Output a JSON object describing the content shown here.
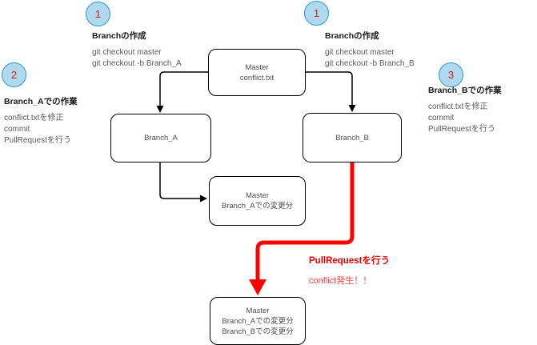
{
  "steps": {
    "create_a": {
      "number": "1",
      "title": "Branchの作成",
      "cmd1": "git checkout master",
      "cmd2": "git checkout -b Branch_A"
    },
    "create_b": {
      "number": "1",
      "title": "Branchの作成",
      "cmd1": "git checkout master",
      "cmd2": "git checkout -b Branch_B"
    },
    "work_a": {
      "number": "2",
      "title": "Branch_Aでの作業",
      "line1": "conflict.txtを修正",
      "line2": "commit",
      "line3": "PullRequestを行う"
    },
    "work_b": {
      "number": "3",
      "title": "Branch_Bでの作業",
      "line1": "conflict.txtを修正",
      "line2": "commit",
      "line3": "PullRequestを行う"
    }
  },
  "nodes": {
    "master": {
      "line1": "Master",
      "line2": "conflict.txt"
    },
    "branch_a": {
      "line1": "Branch_A"
    },
    "branch_b": {
      "line1": "Branch_B"
    },
    "merge_a": {
      "line1": "Master",
      "line2": "Branch_Aでの変更分"
    },
    "conflict": {
      "line1": "Master",
      "line2": "Branch_Aでの変更分",
      "line3": "Branch_Bでの変更分"
    }
  },
  "annotations": {
    "pull_request": "PullRequestを行う",
    "conflict_alert": "conflict発生！！"
  },
  "colors": {
    "circle_fill": "#aed9ef",
    "circle_border": "#2b9bc7",
    "step_number_red": "#e8150d",
    "arrow_red": "#ff0000",
    "annotation_red_bold": "#ee0000",
    "annotation_red_light": "#fb4343",
    "connector_black": "#000000",
    "body_text_gray": "#595959",
    "node_text_gray": "#4d4d4d"
  }
}
